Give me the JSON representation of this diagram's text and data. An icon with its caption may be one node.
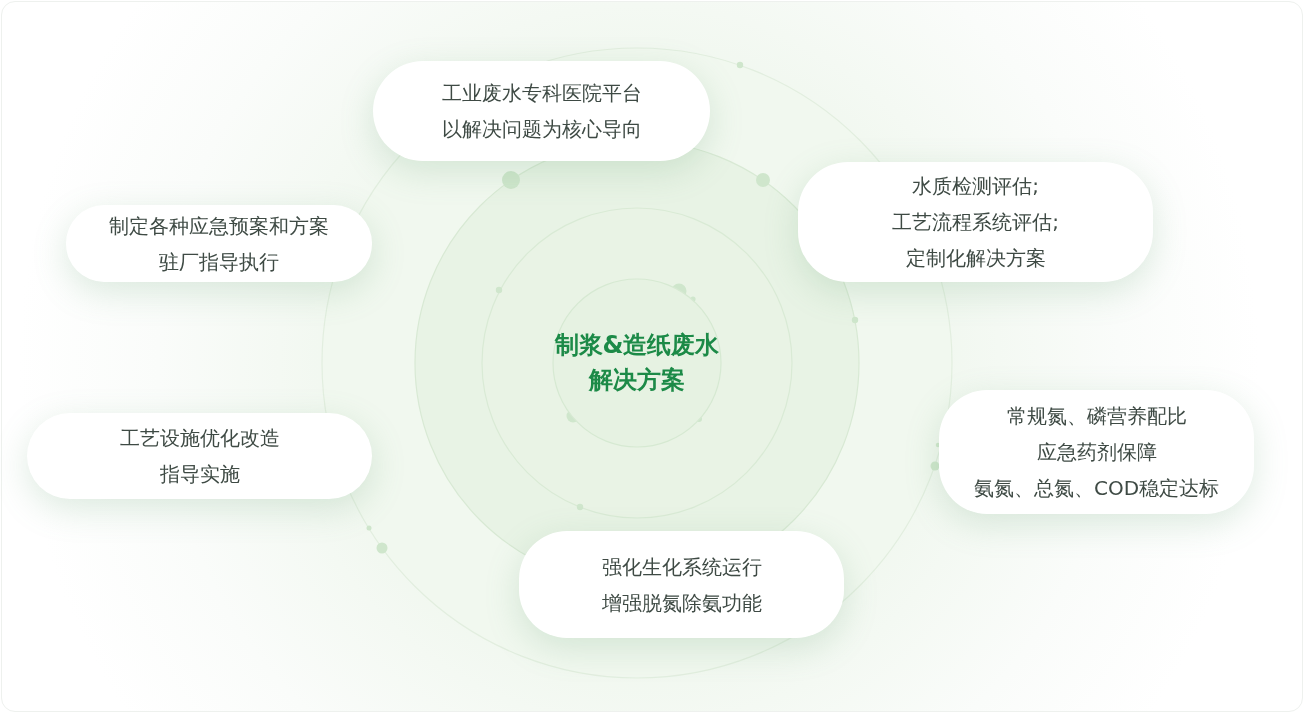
{
  "diagram": {
    "nodes": [
      {
        "text": [
          "制浆&造纸废水解决方案"
        ]
      },
      {
        "text": [
          "工业废水专科医院平台",
          "以解决问题为核心导向"
        ]
      },
      {
        "text": [
          "制定各种应急预案和方案",
          "驻厂指导执行"
        ]
      },
      {
        "text": [
          "水质检测评估;",
          "工艺流程系统评估;",
          "定制化解决方案"
        ]
      },
      {
        "text": [
          "工艺设施优化改造",
          "指导实施"
        ]
      },
      {
        "text": [
          "常规氮、磷营养配比",
          "应急药剂保障",
          "氨氮、总氮、COD稳定达标"
        ]
      },
      {
        "text": [
          "强化生化系统运行",
          "增强脱氮除氨功能"
        ]
      }
    ]
  }
}
